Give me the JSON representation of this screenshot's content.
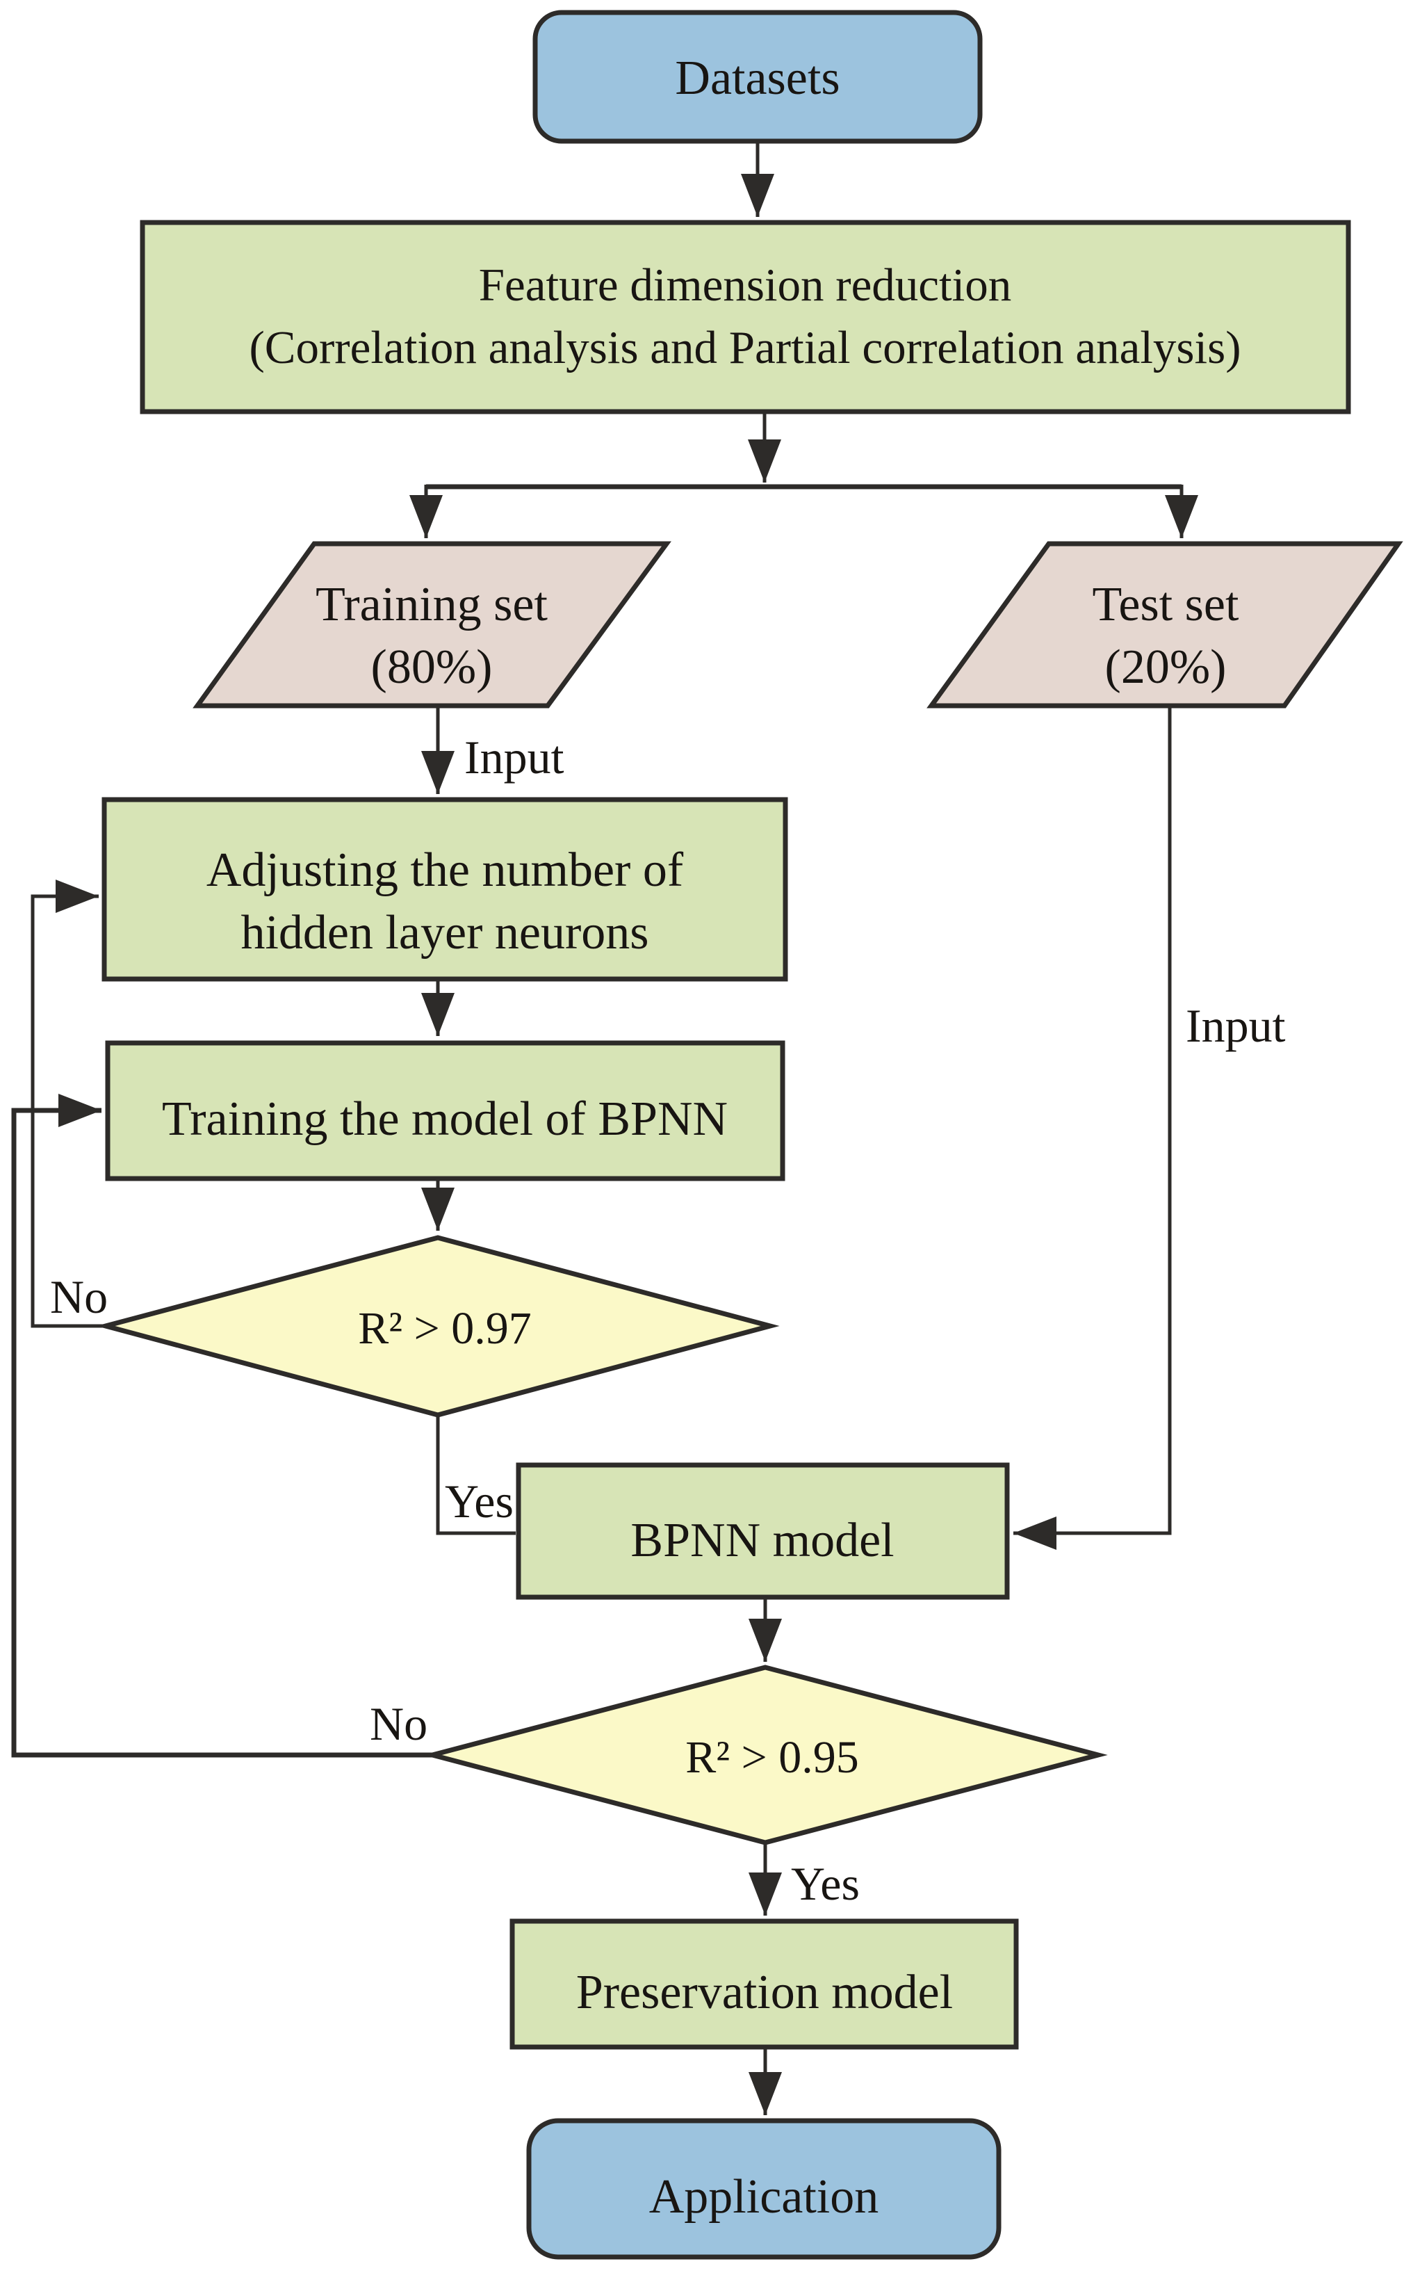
{
  "figure": {
    "background": "#ffffff",
    "colors": {
      "terminal_fill": "#9cc3de",
      "process_fill": "#d7e4b6",
      "data_fill": "#e5d7d0",
      "decision_fill": "#fbf9c8",
      "stroke": "#2d2b29"
    },
    "nodes": {
      "datasets": {
        "label": "Datasets",
        "type": "terminal"
      },
      "feature_reduction": {
        "line1": "Feature dimension reduction",
        "line2": "(Correlation analysis and Partial correlation analysis)",
        "type": "process"
      },
      "training_set": {
        "line1": "Training set",
        "line2": "(80%)",
        "type": "data"
      },
      "test_set": {
        "line1": "Test set",
        "line2": "(20%)",
        "type": "data"
      },
      "adjust_neurons": {
        "line1": "Adjusting the number of",
        "line2": "hidden layer neurons",
        "type": "process"
      },
      "train_bpnn": {
        "label": "Training the model of BPNN",
        "type": "process"
      },
      "check_r2_097": {
        "label": "R² > 0.97",
        "type": "decision"
      },
      "bpnn_model": {
        "label": "BPNN model",
        "type": "process"
      },
      "check_r2_095": {
        "label": "R² > 0.95",
        "type": "decision"
      },
      "preservation_model": {
        "label": "Preservation model",
        "type": "process"
      },
      "application": {
        "label": "Application",
        "type": "terminal"
      }
    },
    "edge_labels": {
      "input_training": "Input",
      "input_test": "Input",
      "yes_097": "Yes",
      "no_097": "No",
      "yes_095": "Yes",
      "no_095": "No"
    }
  }
}
